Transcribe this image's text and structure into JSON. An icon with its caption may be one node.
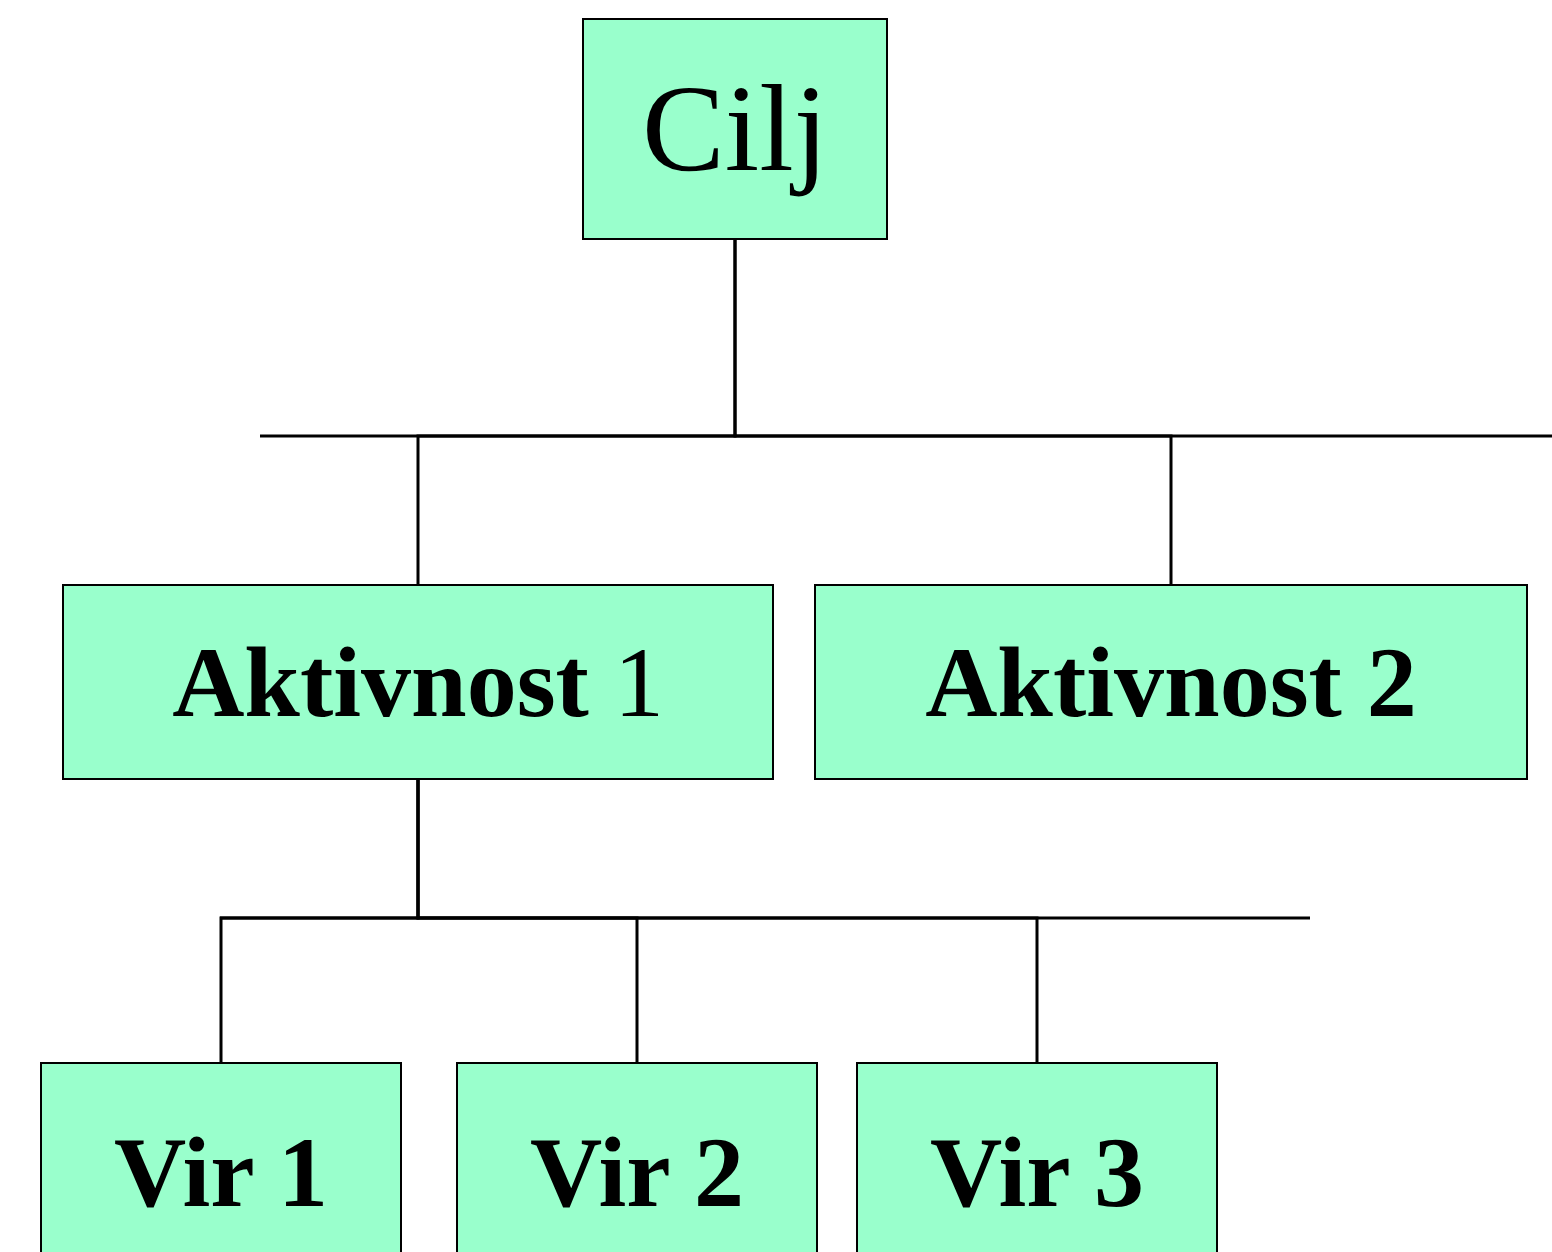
{
  "diagram": {
    "nodes": [
      {
        "text": [
          "Cilj"
        ]
      },
      {
        "text": [
          "**Aktivnost** 1"
        ]
      },
      {
        "text": [
          "Aktivnost 2"
        ]
      },
      {
        "text": [
          "Vir 1"
        ]
      },
      {
        "text": [
          "Vir 2"
        ]
      },
      {
        "text": [
          "Vir 3"
        ]
      }
    ],
    "edges": [
      {
        "from": 0,
        "to": 1,
        "arrow": "none"
      },
      {
        "from": 0,
        "to": 2,
        "arrow": "none"
      },
      {
        "from": 1,
        "to": 3,
        "arrow": "none"
      },
      {
        "from": 1,
        "to": 4,
        "arrow": "none"
      },
      {
        "from": 1,
        "to": 5,
        "arrow": "none"
      }
    ]
  }
}
